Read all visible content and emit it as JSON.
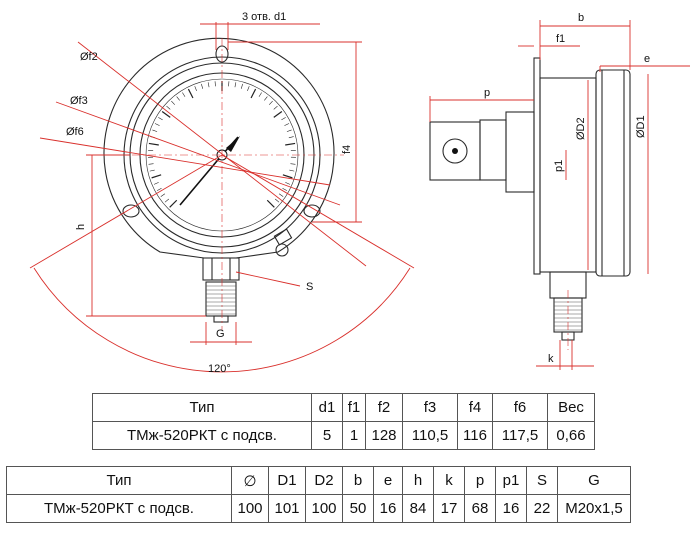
{
  "drawing": {
    "front_labels": {
      "holes": "3 отв. d1",
      "f2": "Øf2",
      "f3": "Øf3",
      "f6": "Øf6",
      "f4": "f4",
      "h": "h",
      "S": "S",
      "G": "G",
      "angle": "120°"
    },
    "side_labels": {
      "b": "b",
      "f1": "f1",
      "e": "e",
      "p": "p",
      "D2": "ØD2",
      "D1": "ØD1",
      "p1": "p1",
      "k": "k"
    },
    "colors": {
      "dimension": "#d9302c",
      "outline": "#2a2a2a"
    }
  },
  "table1": {
    "headers": [
      "Тип",
      "d1",
      "f1",
      "f2",
      "f3",
      "f4",
      "f6",
      "Вес"
    ],
    "rows": [
      [
        "ТМж-520РКТ с подсв.",
        "5",
        "1",
        "128",
        "110,5",
        "116",
        "117,5",
        "0,66"
      ]
    ]
  },
  "table2": {
    "headers": [
      "Тип",
      "∅",
      "D1",
      "D2",
      "b",
      "e",
      "h",
      "k",
      "p",
      "p1",
      "S",
      "G"
    ],
    "rows": [
      [
        "ТМж-520РКТ с подсв.",
        "100",
        "101",
        "100",
        "50",
        "16",
        "84",
        "17",
        "68",
        "16",
        "22",
        "M20x1,5"
      ]
    ]
  }
}
